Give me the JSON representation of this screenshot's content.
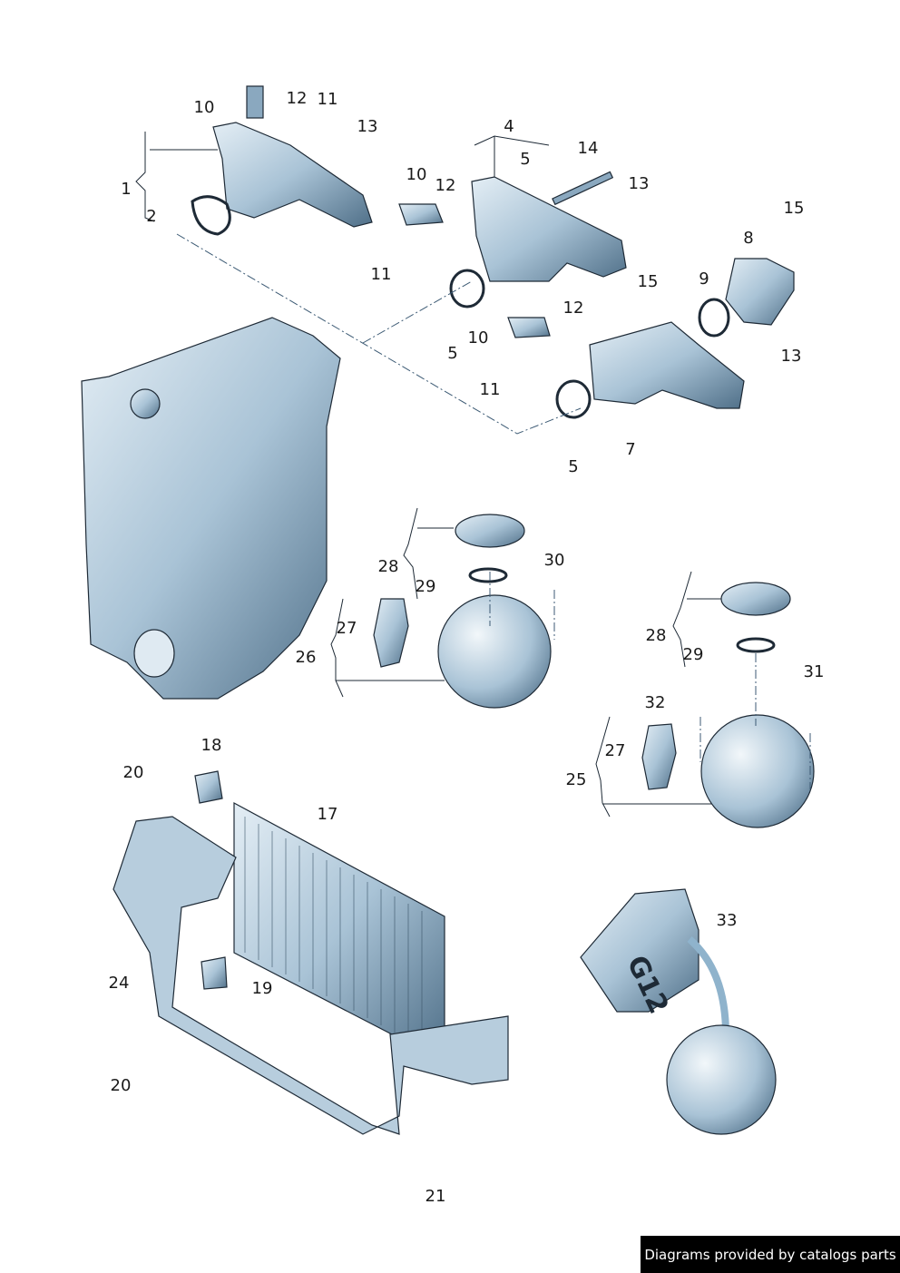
{
  "diagram": {
    "callouts": [
      "1",
      "2",
      "10",
      "12",
      "11",
      "13",
      "4",
      "5",
      "14",
      "10",
      "12",
      "13",
      "15",
      "8",
      "11",
      "5",
      "9",
      "15",
      "12",
      "10",
      "13",
      "11",
      "7",
      "5",
      "28",
      "29",
      "30",
      "27",
      "26",
      "28",
      "29",
      "31",
      "32",
      "27",
      "25",
      "18",
      "20",
      "17",
      "24",
      "19",
      "33",
      "20",
      "21"
    ],
    "bottle_marking": "G12"
  },
  "footer": {
    "credit": "Diagrams provided by catalogs parts"
  },
  "colors": {
    "part_fill": "#a9c3d6",
    "part_shade": "#5f7f98",
    "line": "#1e2a36",
    "accent": "#d5e4ee"
  }
}
